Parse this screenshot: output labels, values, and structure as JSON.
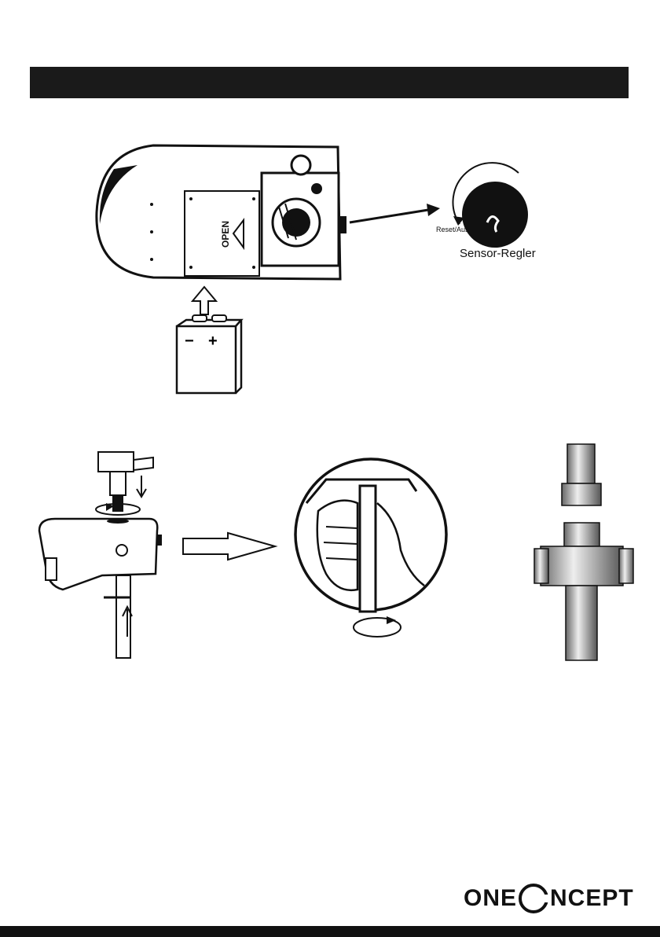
{
  "figure1": {
    "open_label": "OPEN",
    "reset_label": "Reset/Aus",
    "sensor_label": "Sensor-Regler",
    "battery_minus": "−",
    "battery_plus": "+"
  },
  "footer": {
    "brand_left": "ONE",
    "brand_right": "NCEPT"
  }
}
